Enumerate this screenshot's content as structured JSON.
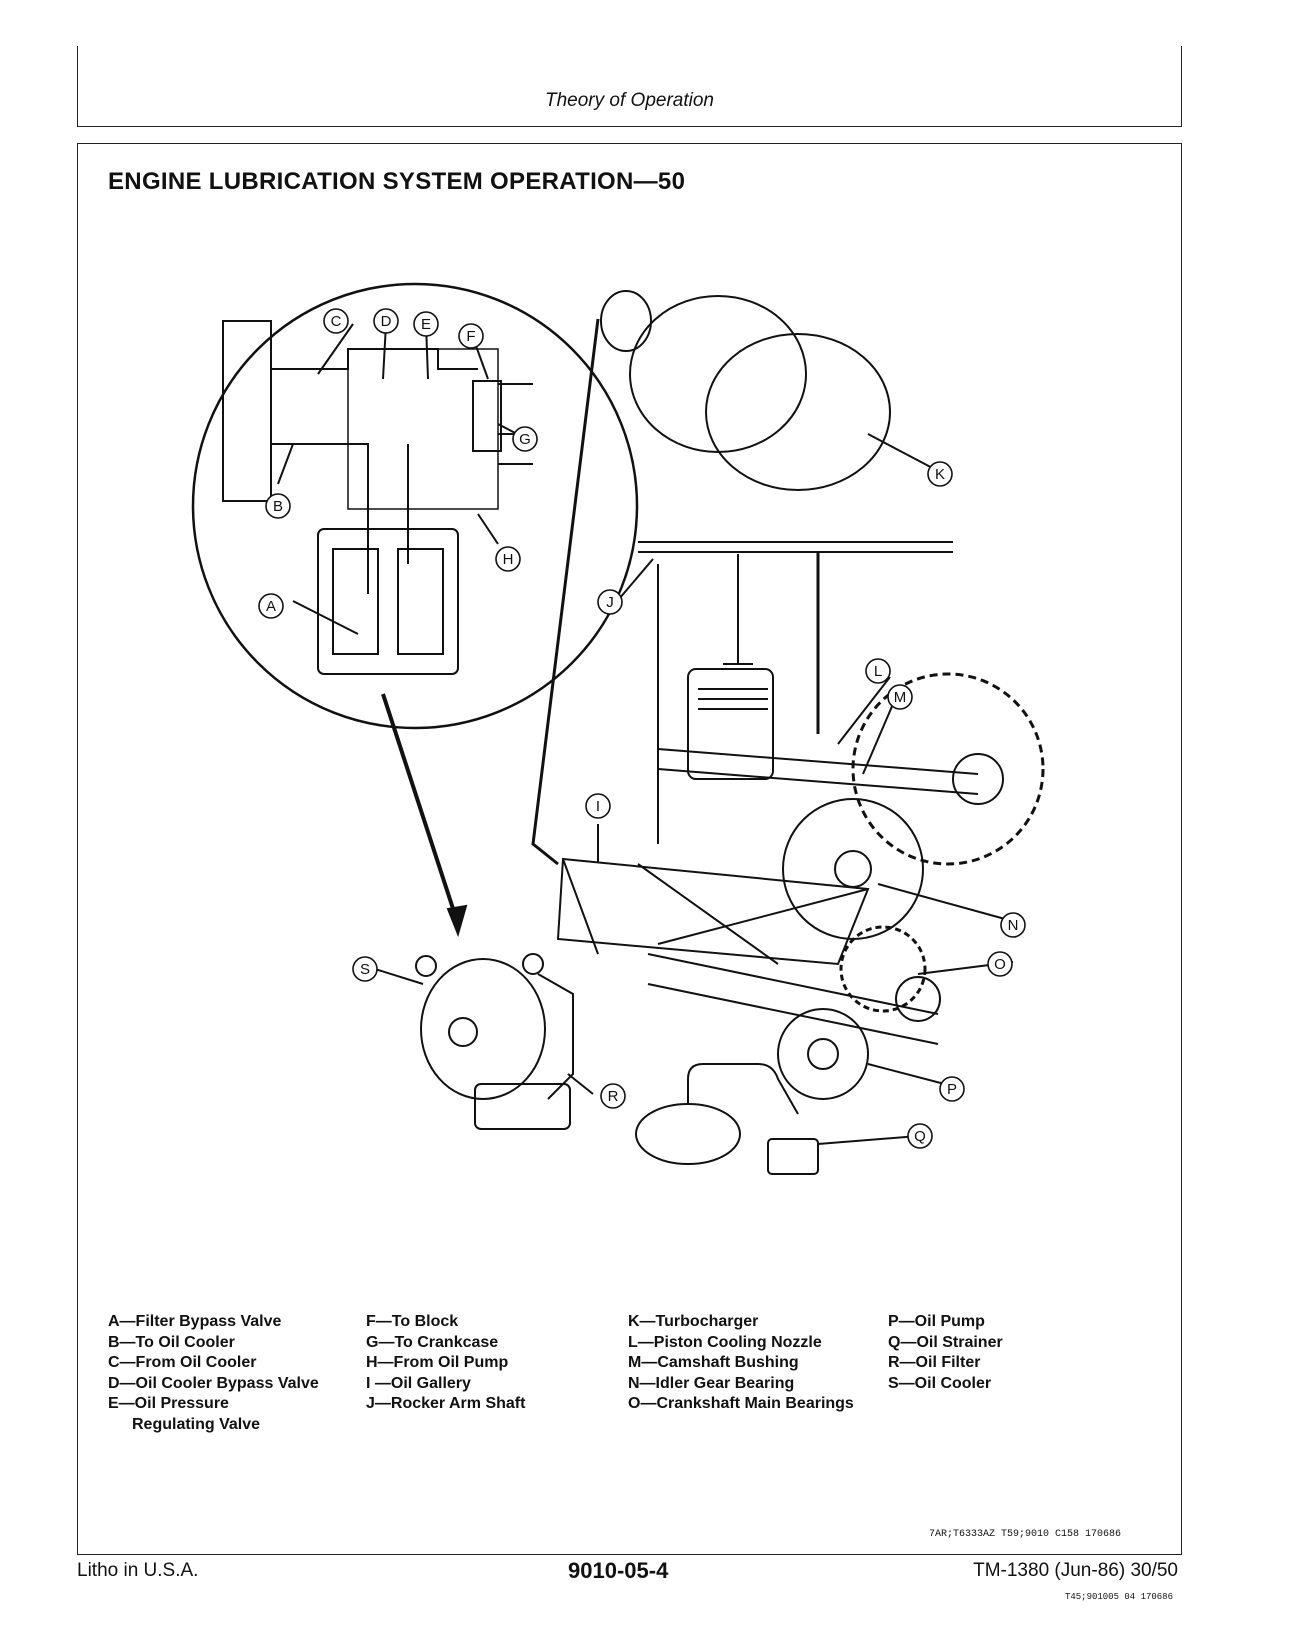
{
  "header": {
    "section_title": "Theory of Operation"
  },
  "page": {
    "title": "ENGINE LUBRICATION SYSTEM OPERATION—50"
  },
  "callouts": [
    "A",
    "B",
    "C",
    "D",
    "E",
    "F",
    "G",
    "H",
    "I",
    "J",
    "K",
    "L",
    "M",
    "N",
    "O",
    "P",
    "Q",
    "R",
    "S"
  ],
  "legend": {
    "col1": [
      "A—Filter Bypass Valve",
      "B—To Oil Cooler",
      "C—From Oil Cooler",
      "D—Oil Cooler Bypass Valve",
      "E—Oil Pressure",
      "Regulating Valve"
    ],
    "col2": [
      "F—To Block",
      "G—To Crankcase",
      "H—From Oil Pump",
      "I —Oil Gallery",
      "J—Rocker Arm Shaft"
    ],
    "col3": [
      "K—Turbocharger",
      "L—Piston Cooling Nozzle",
      "M—Camshaft Bushing",
      "N—Idler Gear Bearing",
      "O—Crankshaft Main Bearings"
    ],
    "col4": [
      "P—Oil Pump",
      "Q—Oil Strainer",
      "R—Oil Filter",
      "S—Oil Cooler"
    ]
  },
  "figure_ref": "7AR;T6333AZ  T59;9010  C158  170686",
  "footer": {
    "left": "Litho in U.S.A.",
    "center": "9010-05-4",
    "right": "TM-1380 (Jun-86) 30/50",
    "ref": "T45;901005  04  170686"
  }
}
